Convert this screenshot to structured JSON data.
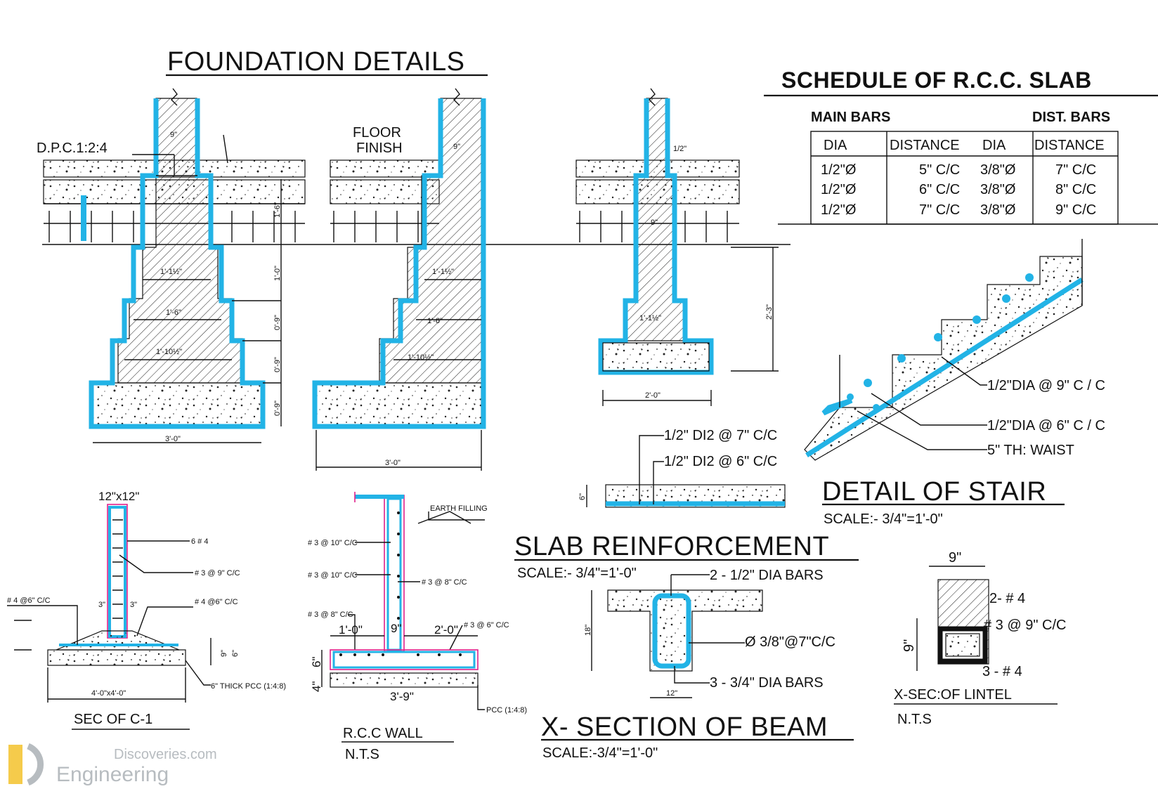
{
  "titles": {
    "foundation": "FOUNDATION DETAILS",
    "schedule": "SCHEDULE OF R.C.C. SLAB",
    "stair": "DETAIL OF STAIR",
    "stair_scale": "SCALE:- 3/4\"=1'-0\"",
    "slab": "SLAB  REINFORCEMENT",
    "slab_scale": "SCALE:- 3/4\"=1'-0\"",
    "beam": "X- SECTION  OF BEAM",
    "beam_scale": "SCALE:-3/4\"=1'-0\"",
    "column": "SEC OF C-1",
    "wall": "R.C.C WALL",
    "wall_scale": "N.T.S",
    "lintel": "X-SEC:OF LINTEL",
    "lintel_scale": "N.T.S"
  },
  "schedule": {
    "group_main": "MAIN BARS",
    "group_dist": "DIST. BARS",
    "headers": [
      "DIA",
      "DISTANCE",
      "DIA",
      "DISTANCE"
    ],
    "rows": [
      [
        "1/2\"Ø",
        "5\" C/C",
        "3/8\"Ø",
        "7\" C/C"
      ],
      [
        "1/2\"Ø",
        "6\" C/C",
        "3/8\"Ø",
        "8\" C/C"
      ],
      [
        "1/2\"Ø",
        "7\" C/C",
        "3/8\"Ø",
        "9\" C/C"
      ]
    ]
  },
  "foundation_labels": {
    "dpc": "D.P.C.1:2:4",
    "floor_finish_1": "FLOOR",
    "floor_finish_2": "FINISH",
    "wall_9": "9\"",
    "step_1": "1'-1½\"",
    "step_2": "1'-6\"",
    "step_3": "1'-10½\"",
    "base_width": "3'-0\"",
    "height_1": "1'-0\"",
    "height_2": "0'-9\"",
    "height_3": "0'-9\"",
    "height_4": "0'-9\"",
    "plinth": "1'-6\"",
    "half_inch": "1/2\"",
    "base_2": "2'-0\"",
    "depth_total": "2'-3\""
  },
  "stair_labels": {
    "bar_1": "1/2\"DIA  @  9\" C / C",
    "bar_2": "1/2\"DIA  @  6\"  C / C",
    "waist": "5\" TH: WAIST"
  },
  "slab_labels": {
    "bar_1": "1/2\" DI2 @  7\" C/C",
    "bar_2": "1/2\" DI2 @  6\" C/C",
    "thickness": "6\""
  },
  "beam_labels": {
    "top": "2 - 1/2\" DIA BARS",
    "stirrup": "Ø 3/8\"@7\"C/C",
    "bottom": "3 - 3/4\" DIA  BARS",
    "depth": "18\"",
    "width": "12\""
  },
  "lintel_labels": {
    "width": "9\"",
    "top": "2- # 4",
    "stirrup": "# 3 @ 9\" C/C",
    "bottom": "3 - # 4",
    "depth": "9\""
  },
  "column_labels": {
    "size": "12\"x12\"",
    "bars": "6 # 4",
    "ties": "# 3 @ 9\" C/C",
    "footing_bars_l": "# 4 @6\" C/C",
    "footing_bars_r": "# 4 @6\" C/C",
    "dim_3_l": "3\"",
    "dim_3_r": "3\"",
    "dim_6": "6\"",
    "dim_9": "9\"",
    "footing": "4'-0\"x4'-0\"",
    "pcc": "6\" THICK PCC (1:4:8)"
  },
  "wall_labels": {
    "earth": "EARTH FILLING",
    "bar_1": "# 3 @ 10\" C/C",
    "bar_2": "# 3 @ 10\" C/C",
    "bar_3": "# 3 @ 8\" C/C",
    "bar_4": "# 3 @ 8\" C/C",
    "bar_5": "# 3 @ 6\" C/C",
    "dim_l": "1'-0\"",
    "dim_9": "9\"",
    "dim_r": "2'-0\"",
    "dim_6": "6\"",
    "dim_4": "4\"",
    "base": "3'-9\"",
    "pcc": "PCC (1:4:8)"
  },
  "watermark": {
    "line1": "Discoveries.com",
    "line2": "Engineering",
    "mark": "ED"
  },
  "colors": {
    "reinforcement": "#22b3e6",
    "dimension_pink": "#e0208a",
    "ink": "#111111"
  }
}
